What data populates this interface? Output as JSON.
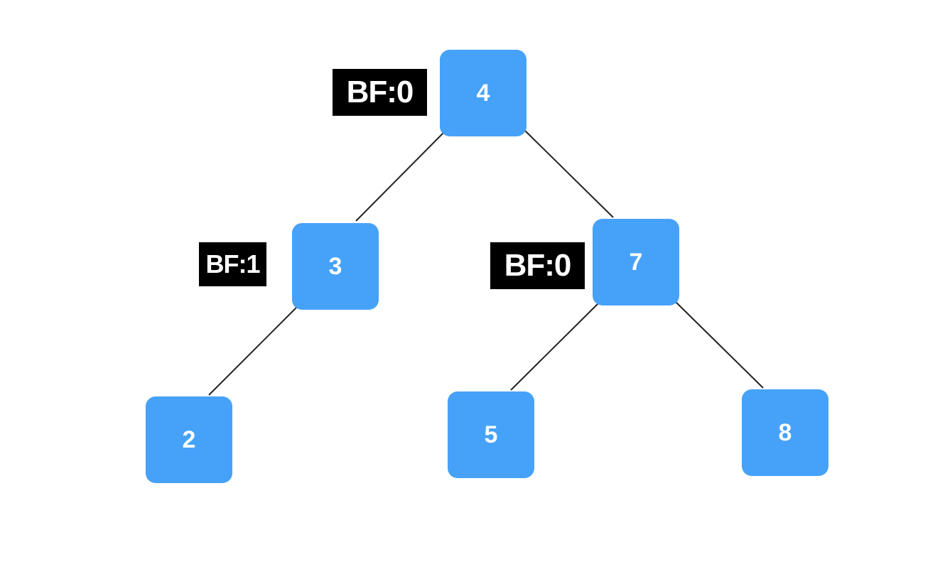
{
  "colors": {
    "node_fill": "#46a2f8",
    "node_text": "#ffffff",
    "label_fill": "#000000",
    "label_text": "#ffffff",
    "edge": "#222222"
  },
  "tree": {
    "nodes": {
      "n4": "4",
      "n3": "3",
      "n7": "7",
      "n2": "2",
      "n5": "5",
      "n8": "8"
    },
    "edges": [
      [
        "4",
        "3"
      ],
      [
        "4",
        "7"
      ],
      [
        "3",
        "2"
      ],
      [
        "7",
        "5"
      ],
      [
        "7",
        "8"
      ]
    ],
    "balance_labels": {
      "n4": "BF:0",
      "n3": "BF:1",
      "n7": "BF:0"
    }
  }
}
